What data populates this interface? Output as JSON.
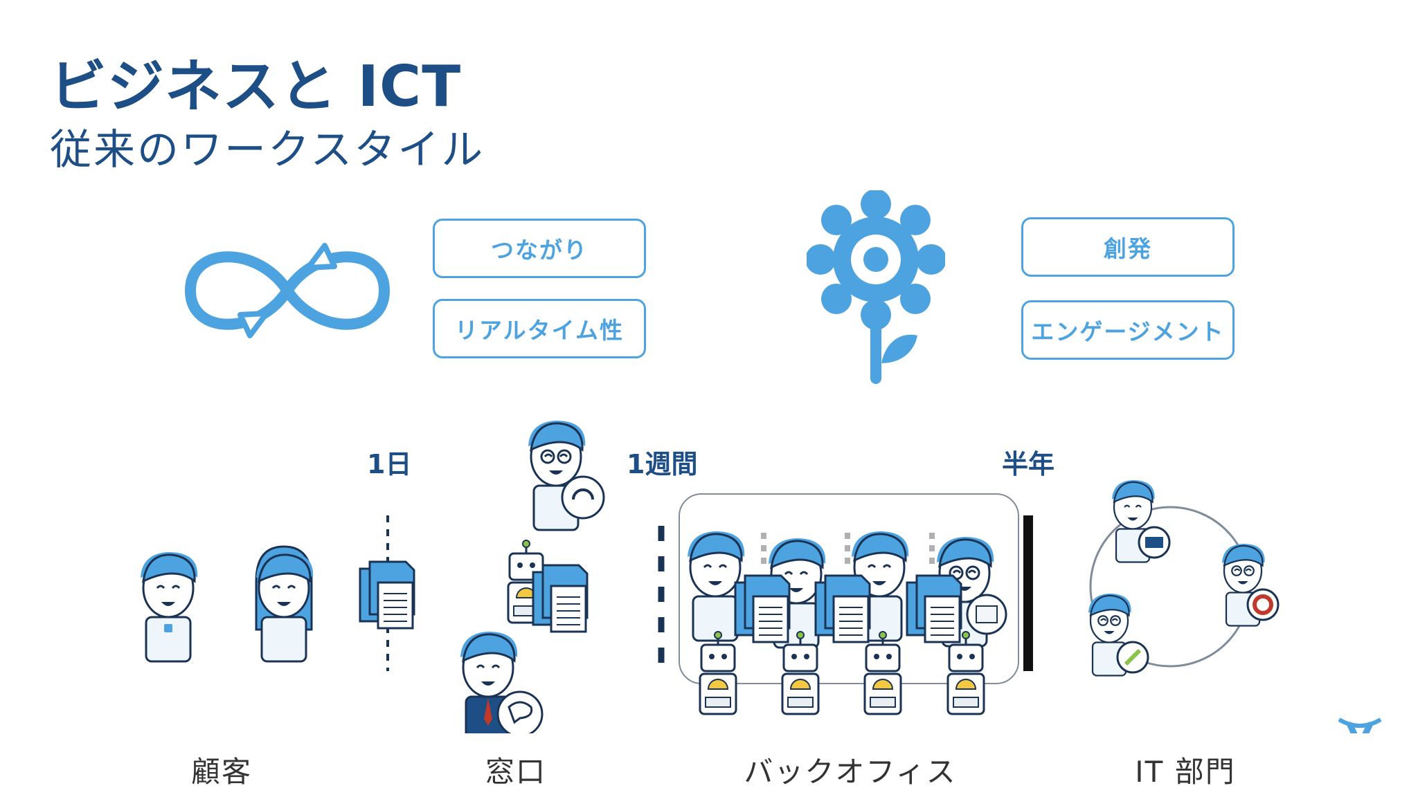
{
  "slide": {
    "title": "ビジネスと ICT",
    "subtitle": "従来のワークスタイル"
  },
  "values_left": {
    "tags": [
      "つながり",
      "リアルタイム性"
    ]
  },
  "values_right": {
    "tags": [
      "創発",
      "エンゲージメント"
    ]
  },
  "timeline": {
    "labels": [
      "1日",
      "1週間",
      "半年"
    ]
  },
  "captions": {
    "customer": "顧客",
    "window": "窓口",
    "backoffice": "バックオフィス",
    "it": "IT 部門"
  },
  "colors": {
    "accent": "#4da3e0",
    "title": "#1d4f86",
    "dark": "#1a3354"
  },
  "icons": [
    "infinity-loop-icon",
    "gear-flower-icon",
    "headset-icon",
    "speech-bubble-icon",
    "robot-icon",
    "document-stack-icon",
    "atlassian-logo-icon"
  ]
}
